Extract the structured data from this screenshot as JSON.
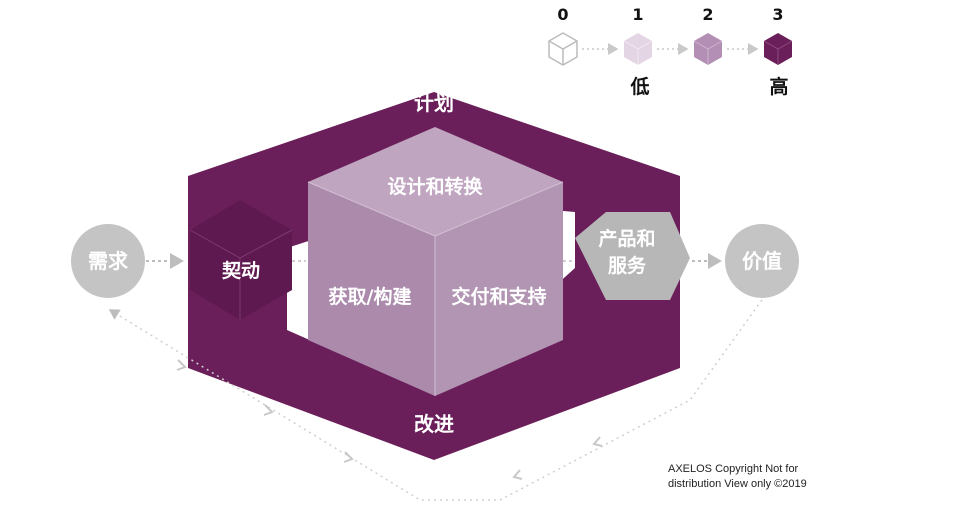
{
  "colors": {
    "ring": "#6b1f5a",
    "cube_front_left": "#ab8aac",
    "cube_front_right": "#b295b3",
    "cube_top": "#c0a5c0",
    "engage_front": "#5e1a50",
    "engage_side": "#4e1443",
    "product": "#b7b7b7",
    "circle": "#c4c4c4",
    "arrow": "#bdbdbd",
    "scale_0": "#ffffff",
    "scale_1": "#e4d5e4",
    "scale_2": "#b48fb5",
    "scale_3": "#6b1f5a"
  },
  "legend": {
    "levels": [
      "0",
      "1",
      "2",
      "3"
    ],
    "low_label": "低",
    "high_label": "高"
  },
  "diagram": {
    "plan": "计划",
    "improve": "改进",
    "design": "设计和转换",
    "obtain": "获取/构建",
    "deliver": "交付和支持",
    "engage": "契动",
    "product_line1": "产品和",
    "product_line2": "服务",
    "demand": "需求",
    "value": "价值"
  },
  "copyright": {
    "line1": "AXELOS Copyright Not for",
    "line2": "distribution View only ©2019"
  }
}
